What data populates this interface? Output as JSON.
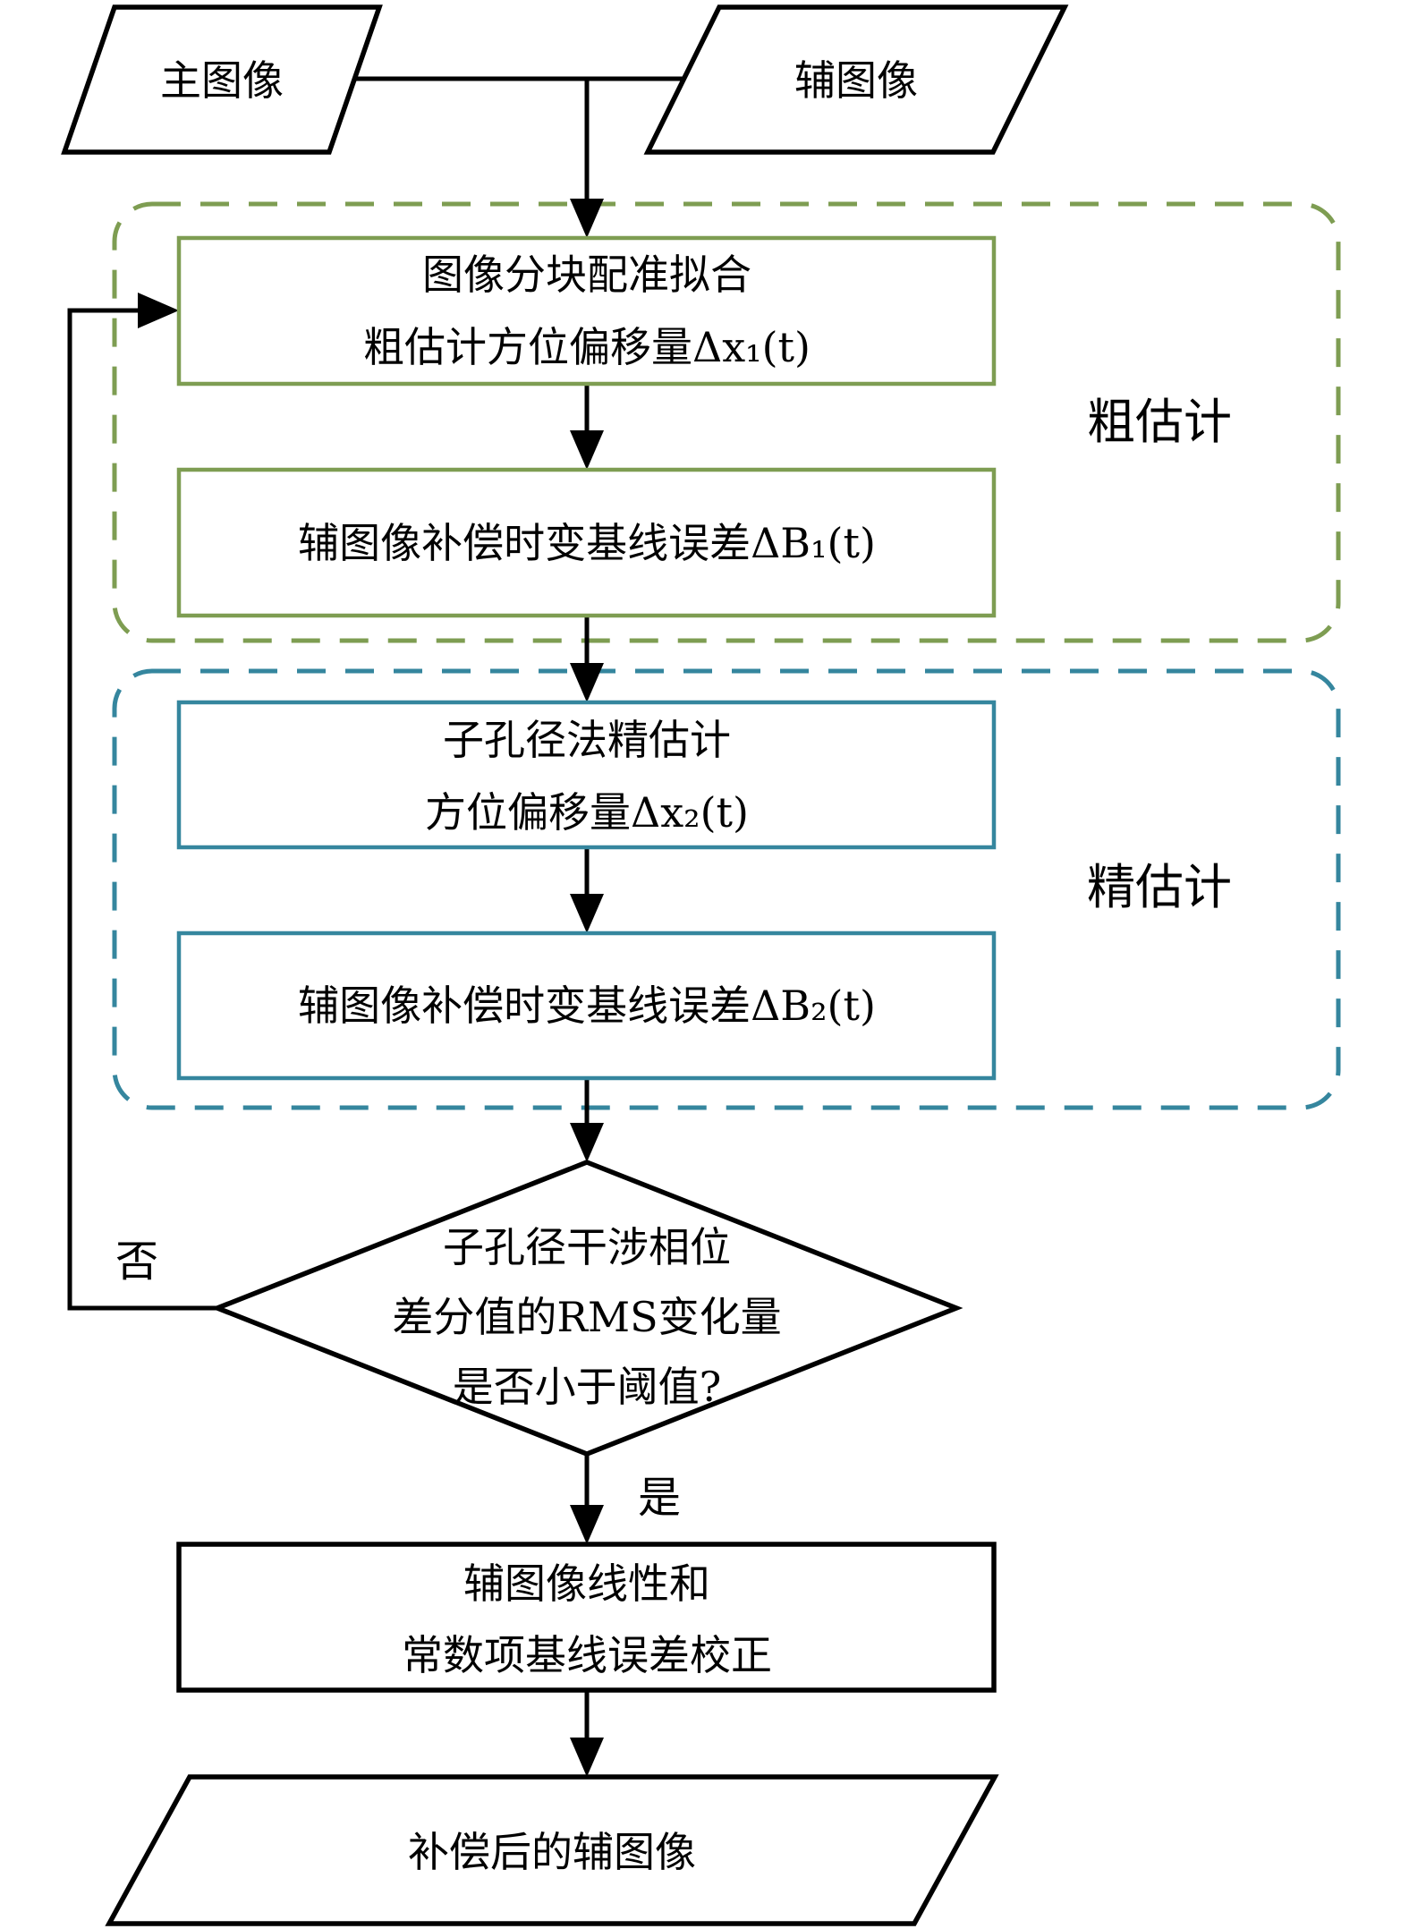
{
  "colors": {
    "coarse": "#7e9d52",
    "fine": "#35869e",
    "line": "#000000",
    "background": "#ffffff"
  },
  "nodes": {
    "main_image": {
      "label": "主图像"
    },
    "aux_image": {
      "label": "辅图像"
    },
    "coarse_group": {
      "label": "粗估计"
    },
    "coarse_register": {
      "line1": "图像分块配准拟合",
      "line2": "粗估计方位偏移量Δx₁(t)"
    },
    "coarse_compensate": {
      "label": "辅图像补偿时变基线误差ΔB₁(t)"
    },
    "fine_group": {
      "label": "精估计"
    },
    "fine_estimate": {
      "line1": "子孔径法精估计",
      "line2": "方位偏移量Δx₂(t)"
    },
    "fine_compensate": {
      "label": "辅图像补偿时变基线误差ΔB₂(t)"
    },
    "decision": {
      "line1": "子孔径干涉相位",
      "line2": "差分值的RMS变化量",
      "line3": "是否小于阈值?"
    },
    "correction": {
      "line1": "辅图像线性和",
      "line2": "常数项基线误差校正"
    },
    "output_image": {
      "label": "补偿后的辅图像"
    }
  },
  "edges": {
    "no_label": "否",
    "yes_label": "是"
  }
}
